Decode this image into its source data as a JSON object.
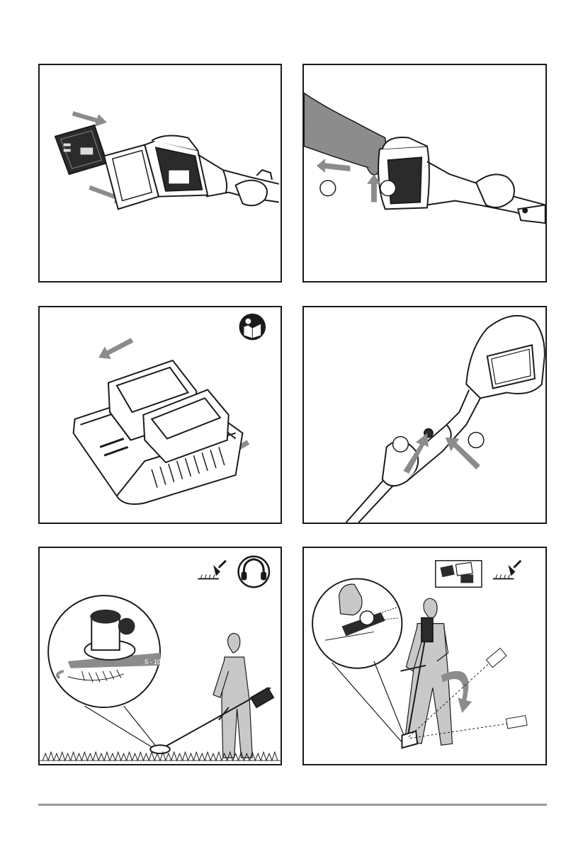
{
  "panels": [
    {
      "id": "p1",
      "name": "battery-insert-step"
    },
    {
      "id": "p2",
      "name": "battery-release-step",
      "callouts": [
        "",
        ""
      ]
    },
    {
      "id": "p3",
      "name": "battery-charging-step"
    },
    {
      "id": "p4",
      "name": "handle-adjust-step",
      "callouts": [
        "",
        ""
      ]
    },
    {
      "id": "p5",
      "name": "trimming-height-step",
      "measure_label": "5 - 10"
    },
    {
      "id": "p6",
      "name": "edging-step"
    }
  ],
  "colors": {
    "arrow": "#8c8c8c",
    "line": "#1a1a1a",
    "figure": "#c8c8c8",
    "dark": "#2b2b2b"
  },
  "icons": [
    "battery-icon",
    "hand-icon",
    "read-manual-icon",
    "ear-protection-icon",
    "grass-cutting-icon",
    "battery-pack-icon"
  ]
}
